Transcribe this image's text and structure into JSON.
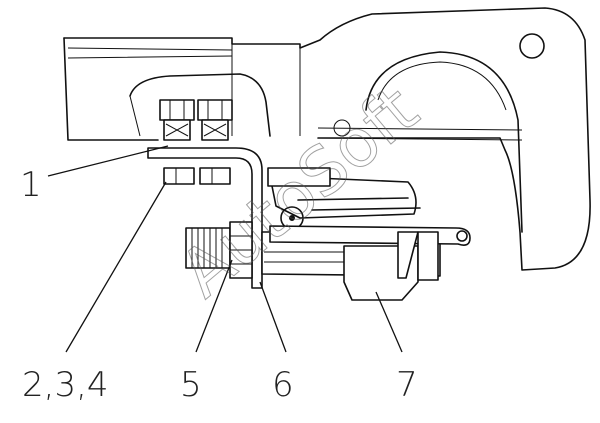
{
  "callouts": {
    "label_1": "1",
    "label_234": "2,3,4",
    "label_5": "5",
    "label_6": "6",
    "label_7": "7"
  },
  "watermark": {
    "text": "AutoSoft"
  }
}
